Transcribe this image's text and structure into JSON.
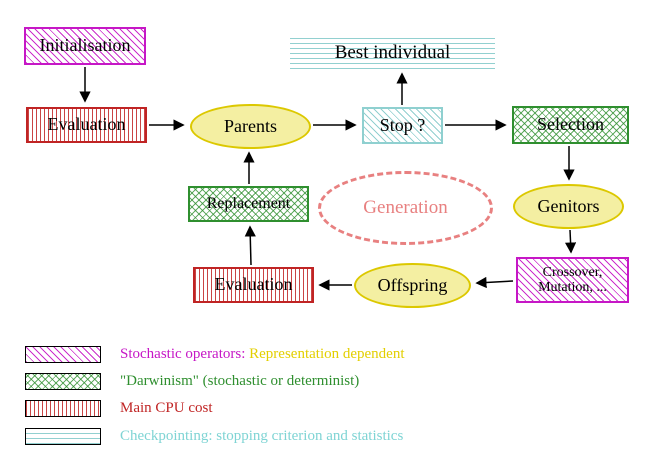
{
  "nodes": {
    "initialisation": "Initialisation",
    "evaluation_top": "Evaluation",
    "parents": "Parents",
    "best_individual": "Best individual",
    "stop": "Stop ?",
    "selection": "Selection",
    "replacement": "Replacement",
    "generation": "Generation",
    "genitors": "Genitors",
    "evaluation_bottom": "Evaluation",
    "crossover_line1": "Crossover,",
    "crossover_line2": "Mutation, ...",
    "offspring": "Offspring"
  },
  "legend": {
    "stochastic_label": "Stochastic operators:",
    "stochastic_note": "Representation dependent",
    "darwinism_label": "\"Darwinism\" (stochastic or determinist)",
    "cpu_label": "Main CPU cost",
    "checkpoint_label": "Checkpointing: stopping criterion and statistics"
  },
  "colors": {
    "magenta": "#c617c6",
    "red": "#c02424",
    "green": "#2f8f2f",
    "cyan": "#7fd4d4",
    "yellow_fill": "#f4efa2",
    "yellow_text": "#e3cf00",
    "salmon": "#e88080"
  }
}
